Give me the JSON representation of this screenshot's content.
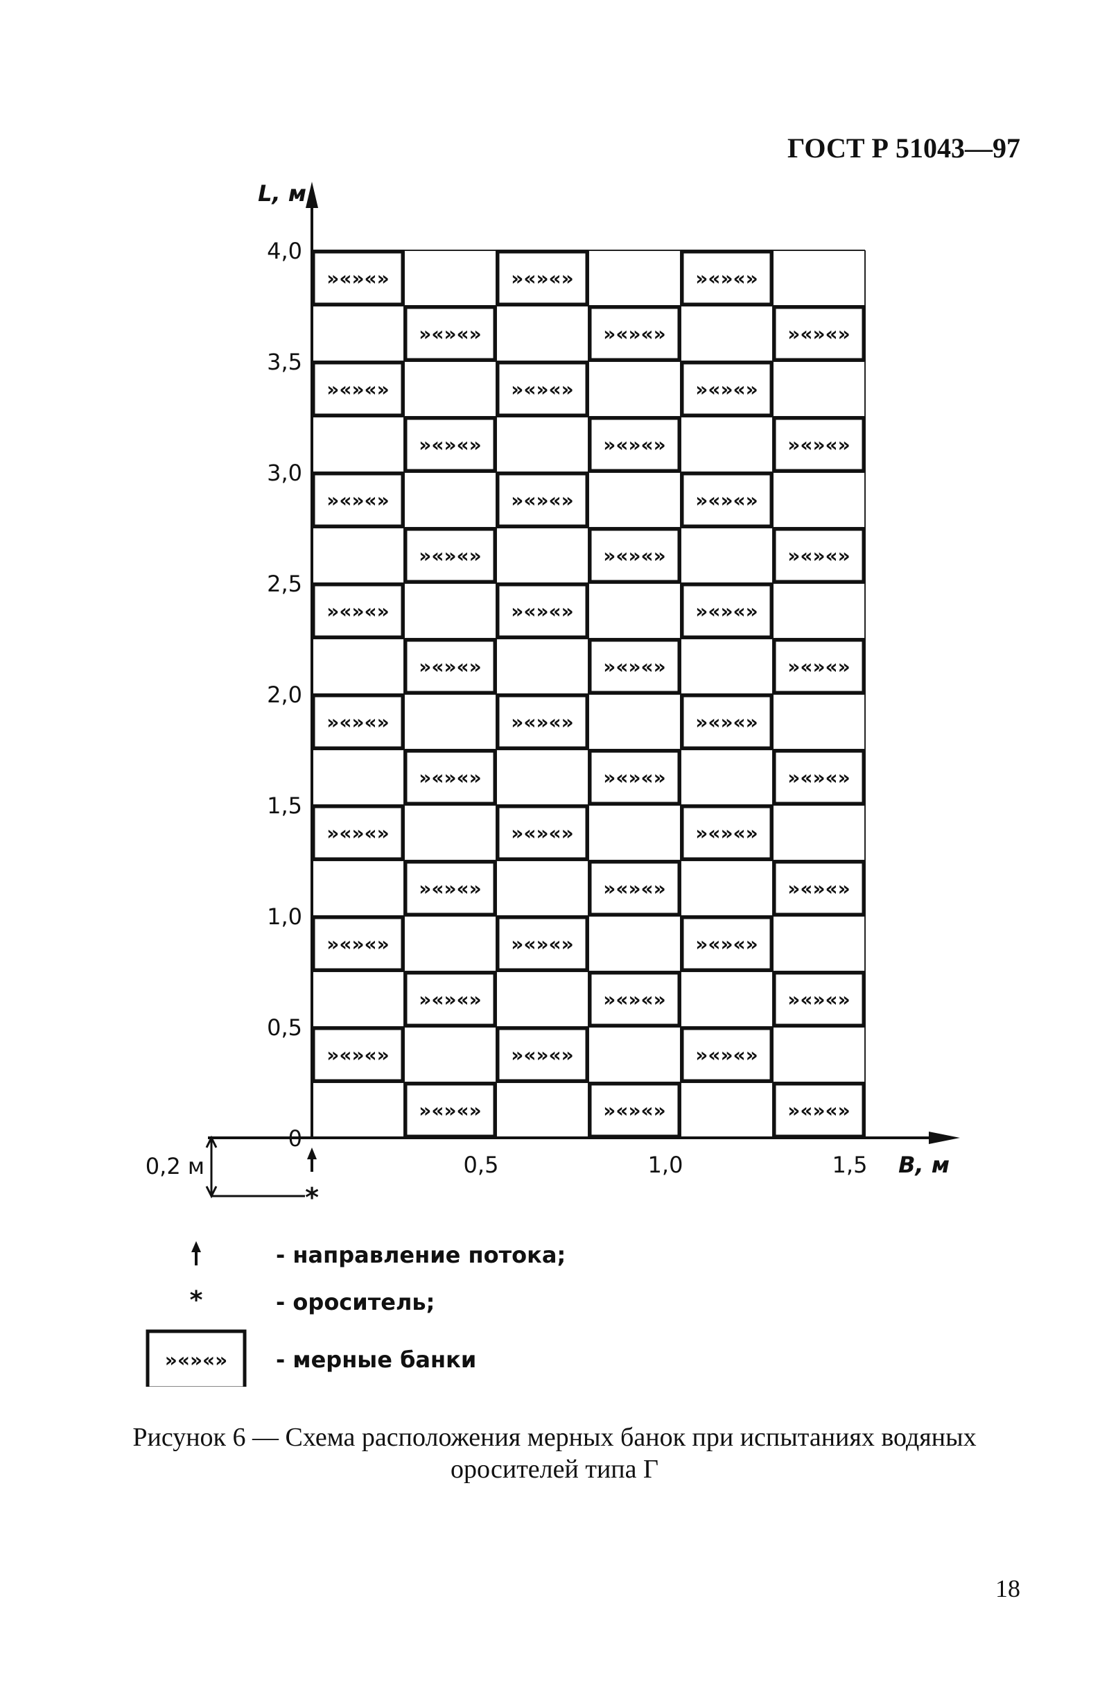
{
  "header": {
    "standard": "ГОСТ Р 51043—97"
  },
  "figure": {
    "y_axis_title": "L, м",
    "x_axis_title": "B, м",
    "y_ticks": [
      "0",
      "0,5",
      "1,0",
      "1,5",
      "2,0",
      "2,5",
      "3,0",
      "3,5",
      "4,0"
    ],
    "x_ticks": [
      "0,5",
      "1,0",
      "1,5"
    ],
    "offset_label": "0,2 м",
    "sprinkler_symbol": "*",
    "can_label": "»«»«»",
    "can_grid": {
      "columns": 6,
      "rows": 16,
      "pattern": "alternating — even rows (from bottom) occupy columns 2,4,6; odd rows occupy columns 1,3,5"
    }
  },
  "legend": {
    "items": [
      {
        "icon": "arrow-up-icon",
        "text": "- направление потока;"
      },
      {
        "icon": "asterisk-icon",
        "text": "- ороситель;"
      },
      {
        "icon": "measuring-can-icon",
        "label": "»«»«»",
        "text": "- мерные банки"
      }
    ]
  },
  "caption": {
    "line1": "Рисунок 6 — Схема расположения мерных банок при испытаниях водяных",
    "line2": "оросителей типа Г"
  },
  "page_number": "18"
}
